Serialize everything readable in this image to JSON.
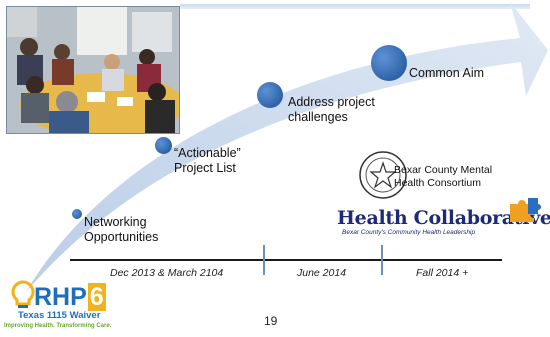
{
  "steps": [
    {
      "label": "Networking\nOpportunities"
    },
    {
      "label": "“Actionable”\nProject List"
    },
    {
      "label": "Address project\nchallenges"
    },
    {
      "label": "Common Aim"
    }
  ],
  "timeline": {
    "periods": [
      "Dec 2013 & March 2104",
      "June 2014",
      "Fall 2014 +"
    ]
  },
  "page_number": "19",
  "partners": {
    "consortium": "Bexar County Mental\nHealth Consortium",
    "health_collaborative": {
      "title": "Health Collaborative",
      "tagline": "Bexar County's Community Health Leadership"
    }
  },
  "rhp_logo": {
    "name": "RHP",
    "number": "6",
    "subtitle": "Texas 1115 Waiver",
    "tagline": "Improving Health. Transforming Care."
  },
  "colors": {
    "arrow": "#cfdcee",
    "dot": "#2f63a8",
    "navy": "#1c2a78",
    "rhp_blue": "#1f6fb8",
    "rhp_gold": "#f2b21a"
  }
}
